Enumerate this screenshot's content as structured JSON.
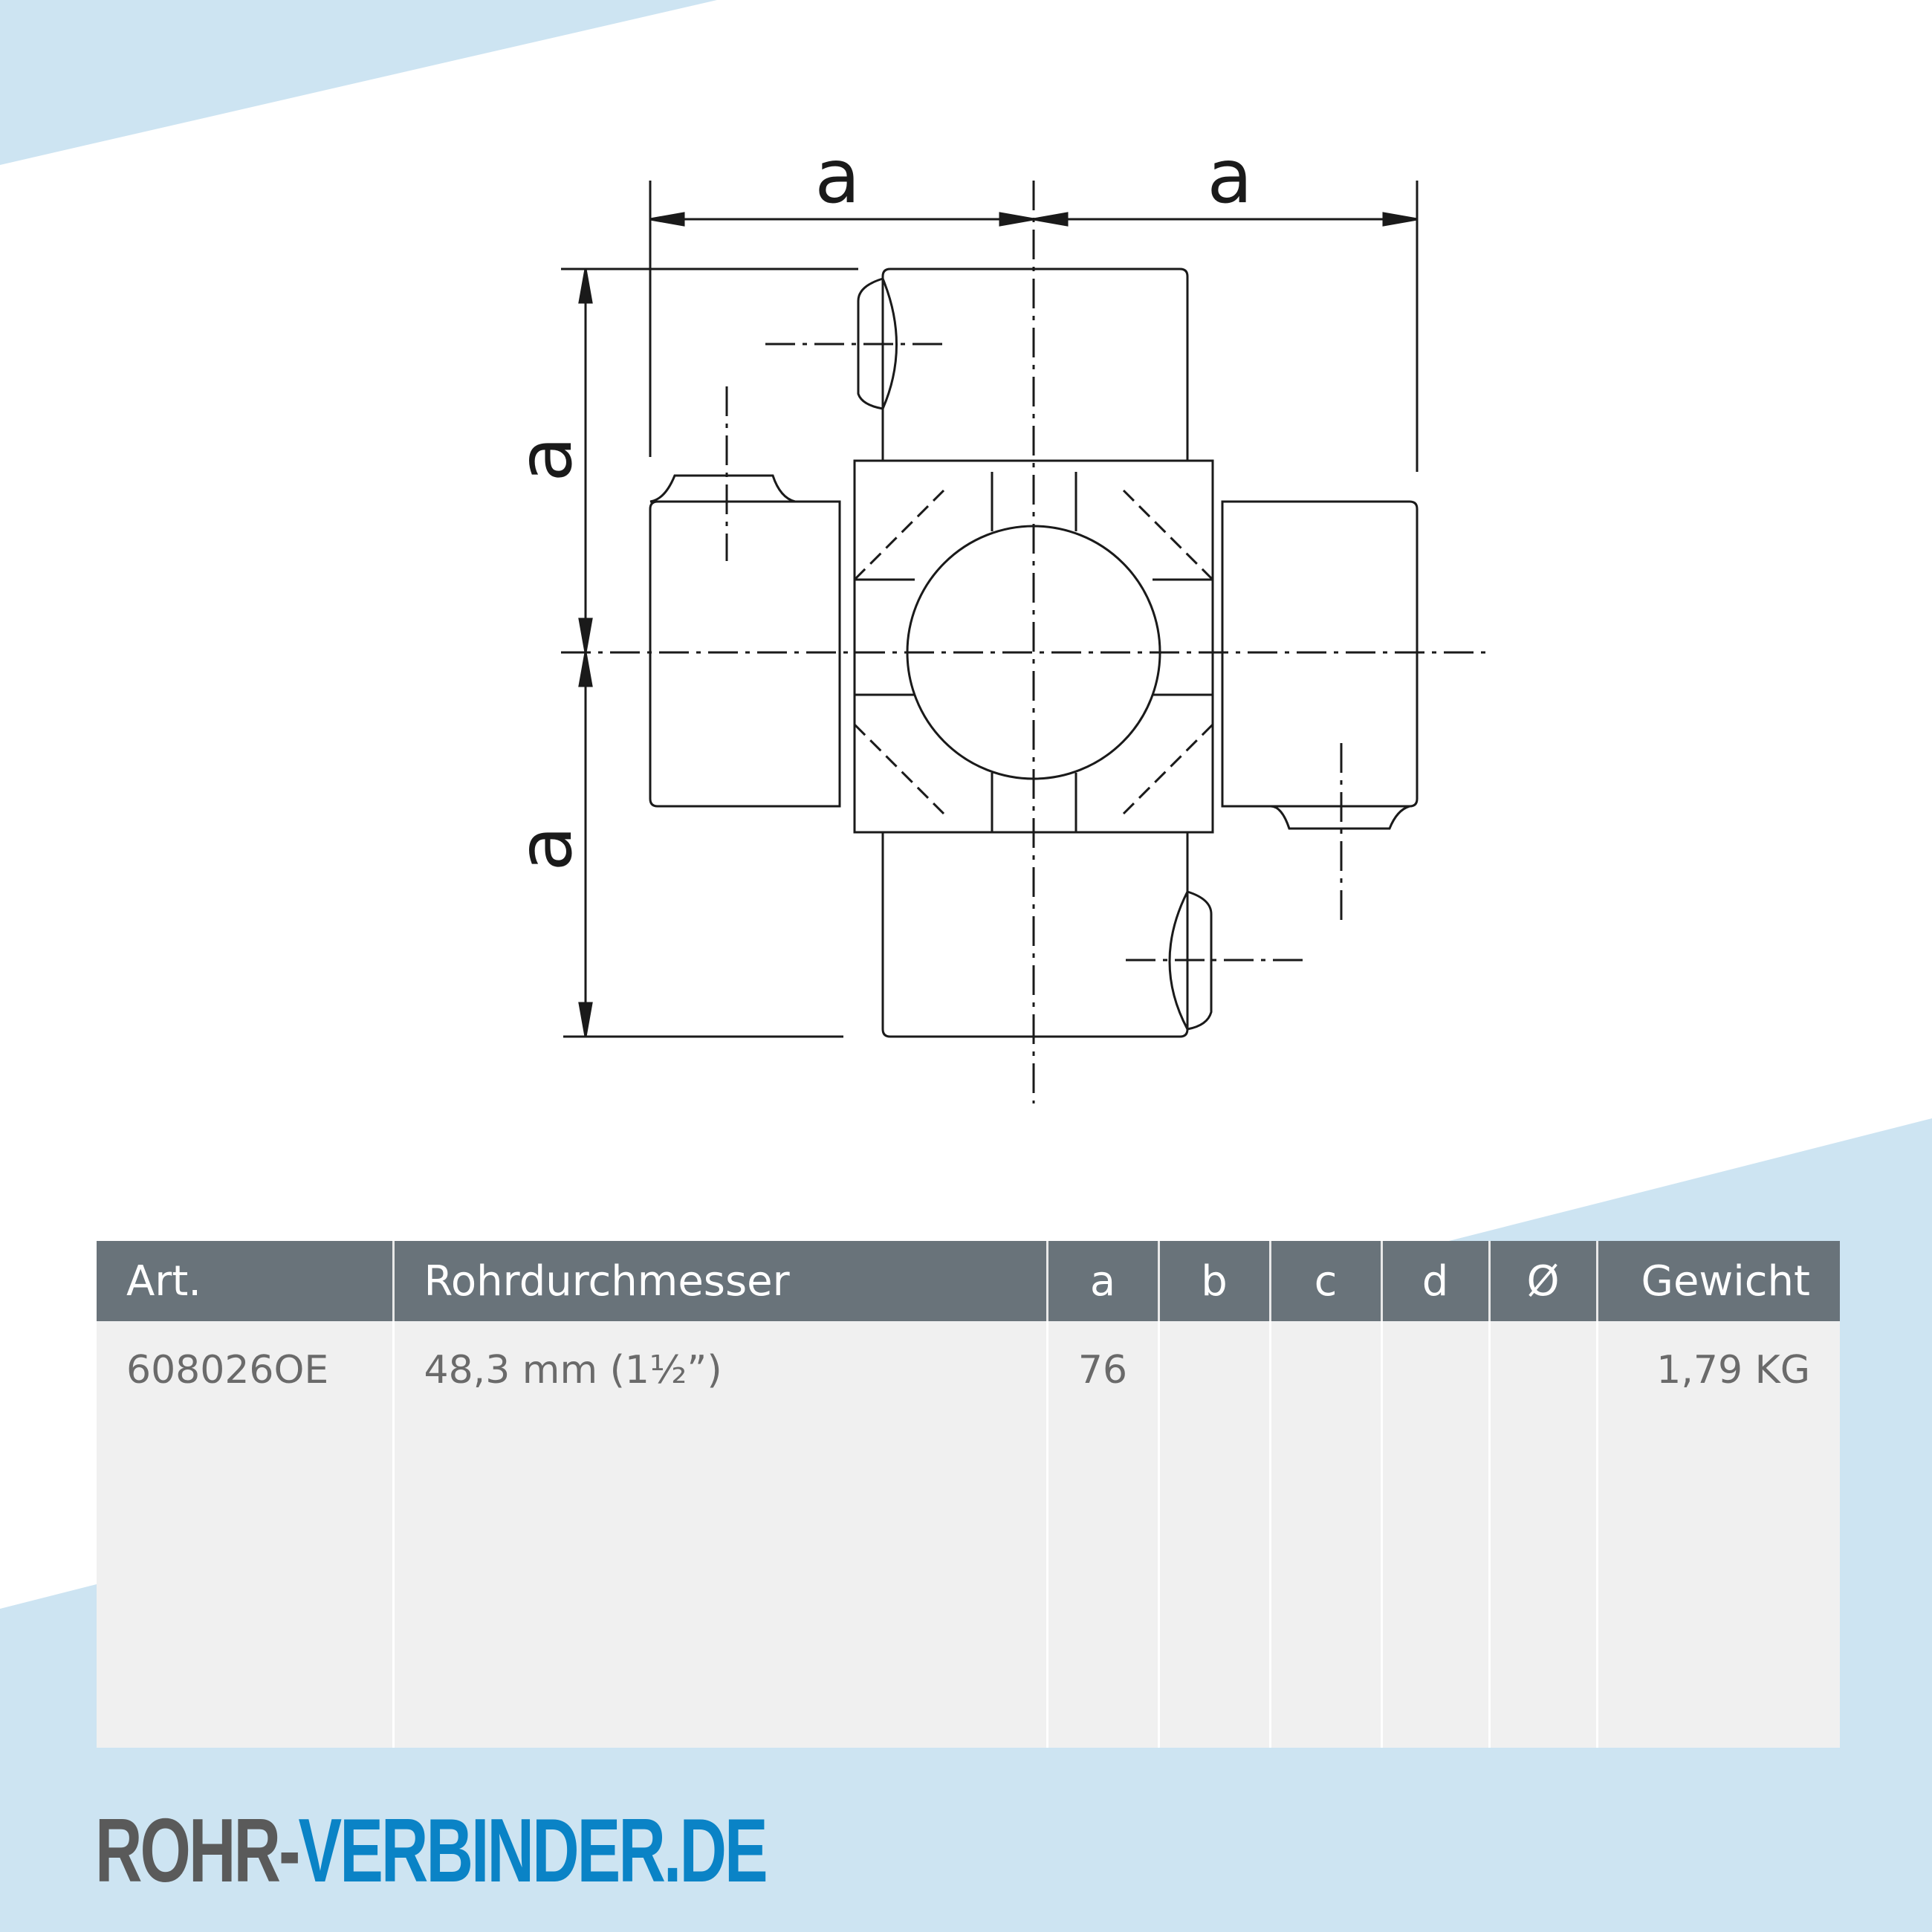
{
  "colors": {
    "background_band": "#cde4f2",
    "table_header": "#69737a",
    "table_body": "#f0f0f0",
    "logo_gray": "#5a5a5a",
    "logo_blue": "#0a83c6"
  },
  "drawing": {
    "title": "4-way cross connector technical drawing",
    "dimension_labels": {
      "top_left": "a",
      "top_right": "a",
      "left_upper": "a",
      "left_lower": "a"
    }
  },
  "table": {
    "headers": [
      "Art.",
      "Rohrdurchmesser",
      "a",
      "b",
      "c",
      "d",
      "Ø",
      "Gewicht"
    ],
    "rows": [
      [
        "608026OE",
        "48,3 mm (1½”)",
        "76",
        "",
        "",
        "",
        "",
        "1,79 KG"
      ]
    ]
  },
  "logo": {
    "part1": "ROHR-",
    "part2": "VERBINDER.DE"
  }
}
